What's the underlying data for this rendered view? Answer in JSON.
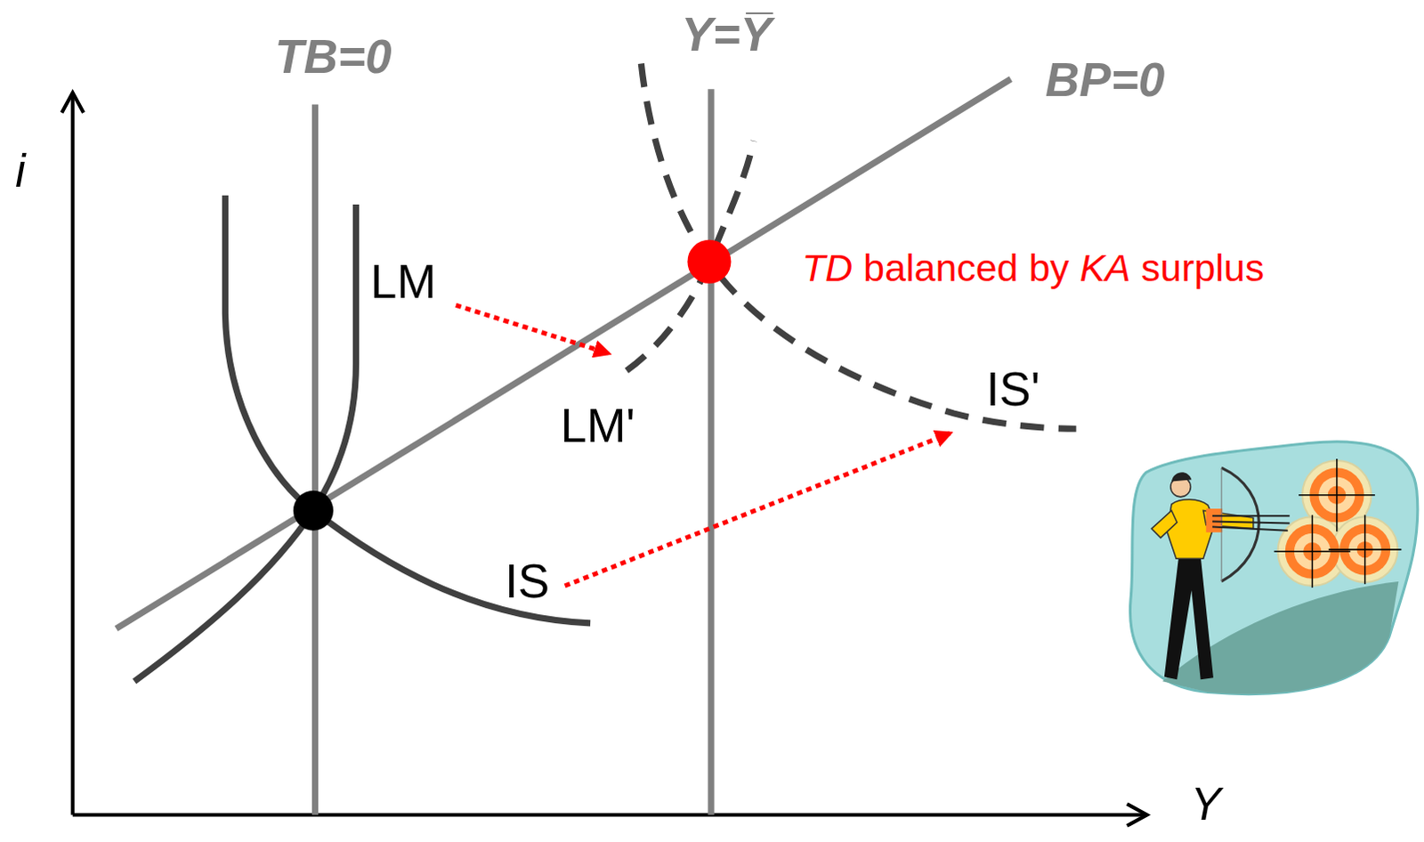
{
  "diagram": {
    "labels": [
      "i",
      "Y",
      "TB=0",
      "Y=Y̅",
      "BP=0",
      "LM",
      "LM'",
      "IS",
      "IS'",
      "TD balanced by KA surplus"
    ]
  }
}
